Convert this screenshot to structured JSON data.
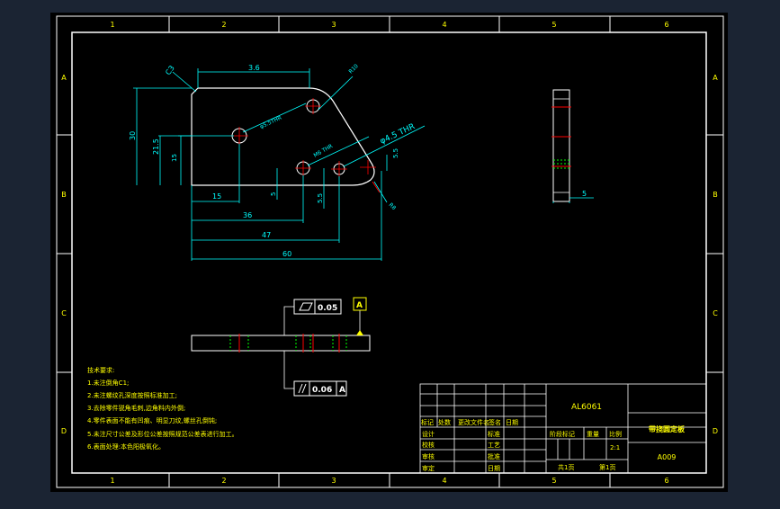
{
  "colors": {
    "workspace": "#1b2433",
    "sheet": "#000000",
    "border": "#ffffff",
    "dim": "#00ffff",
    "text": "#ffff00",
    "part": "#ffffff",
    "hidden": "#ff0000",
    "thread": "#00ff00"
  },
  "border_labels": {
    "columns": [
      "1",
      "2",
      "3",
      "4",
      "5",
      "6"
    ],
    "rows": [
      "A",
      "B",
      "C",
      "D"
    ]
  },
  "dimensions": {
    "chamfer": "C3",
    "top_width": "3.6",
    "radius_top": "R10",
    "total_height": "30",
    "height_21": "21.5",
    "height_15": "15",
    "hole_note_1": "φ5.5THR",
    "hole_note_2": "M6 THR",
    "hole_note_3": "φ4.5 THR",
    "dim_5_5_right": "5.5",
    "dim_5": "5",
    "dim_5_5": "5.5",
    "dim_15": "15",
    "dim_36": "36",
    "dim_47": "47",
    "dim_60": "60",
    "radius_bottom": "R8",
    "side_thickness": "5"
  },
  "tolerances": {
    "datum": "A",
    "flatness_value": "0.05",
    "parallel_value": "0.06",
    "parallel_datum": "A"
  },
  "notes": {
    "heading": "技术要求:",
    "items": [
      "1.未注倒角C1;",
      "2.未注螺纹孔深度按照标准加工;",
      "3.去除零件锐角毛刺,边角料内外倒;",
      "4.零件表面不能有凹痕、明显刀纹,螺丝孔倒钝;",
      "5.未注尺寸公差及形位公差按照规范公差表进行加工。",
      "6.表面处理:本色阳极氧化。"
    ]
  },
  "title_block": {
    "material": "AL6061",
    "part_name": "带挠圆定板",
    "drawing_no": "A009",
    "row_header": [
      "标记",
      "处数",
      "更改文件名",
      "签名",
      "日期"
    ],
    "left_labels": [
      "设计",
      "校核",
      "审核",
      "审定"
    ],
    "mid_labels": [
      "标准",
      "工艺",
      "批准",
      "日期"
    ],
    "stage_mark": "阶段标记",
    "weight": "重量",
    "scale_label": "比例",
    "scale_value": "2:1",
    "sheets_total": "共1页",
    "sheet_no": "第1页"
  }
}
